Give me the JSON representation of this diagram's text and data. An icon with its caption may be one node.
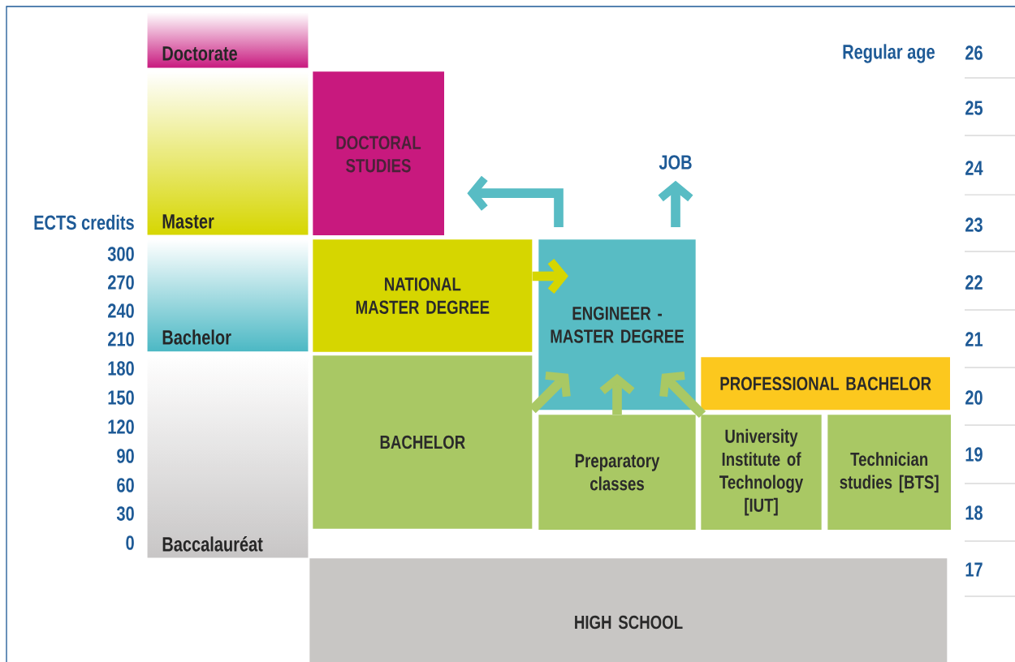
{
  "diagram": {
    "nodes": [
      {
        "text": [
          "Doctorate"
        ]
      },
      {
        "text": [
          "Master"
        ]
      },
      {
        "text": [
          "Bachelor"
        ]
      },
      {
        "text": [
          "Baccalauréat"
        ]
      },
      {
        "text": [
          "DOCTORAL STUDIES"
        ]
      },
      {
        "text": [
          "NATIONAL MASTER DEGREE"
        ]
      },
      {
        "text": [
          "ENGINEER - MASTER DEGREE"
        ]
      },
      {
        "text": [
          "BACHELOR"
        ]
      },
      {
        "text": [
          "Preparatory classes"
        ]
      },
      {
        "text": [
          "PROFESSIONAL BACHELOR"
        ]
      },
      {
        "text": [
          "University Institute of Technology [IUT]"
        ]
      },
      {
        "text": [
          "Technician studies [BTS]"
        ]
      },
      {
        "text": [
          "HIGH SCHOOL"
        ]
      },
      {
        "text": [
          "JOB"
        ]
      }
    ],
    "edges": [
      {
        "from": 6,
        "to": 4,
        "arrow": "to",
        "color": "#58bcc4"
      },
      {
        "from": 6,
        "to": 13,
        "arrow": "to",
        "color": "#58bcc4"
      },
      {
        "from": 5,
        "to": 6,
        "arrow": "to",
        "color": "#d6d600"
      },
      {
        "from": 7,
        "to": 6,
        "arrow": "to"
      },
      {
        "from": 8,
        "to": 6,
        "arrow": "to"
      },
      {
        "from": 10,
        "to": 6,
        "arrow": "to"
      }
    ],
    "labels": [
      "Regular age",
      "26",
      "25",
      "24",
      "23",
      "22",
      "21",
      "20",
      "19",
      "18",
      "17",
      "ECTS credits",
      "300",
      "270",
      "240",
      "210",
      "180",
      "150",
      "120",
      "90",
      "60",
      "30",
      "0"
    ]
  }
}
